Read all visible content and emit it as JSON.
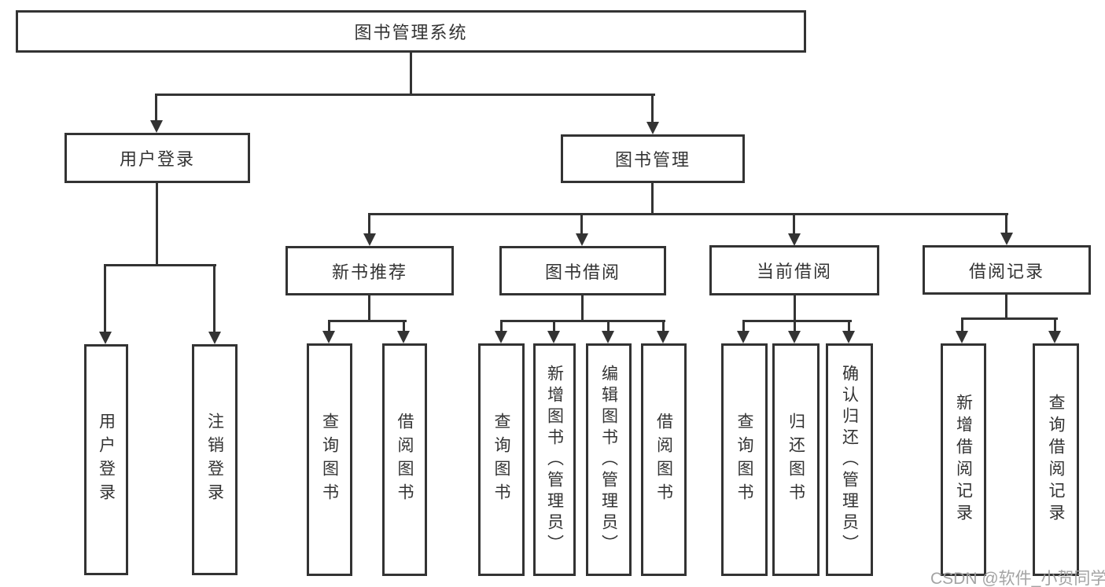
{
  "diagram_title": "图书管理系统",
  "watermark": "CSDN @软件_小贺同学",
  "colors": {
    "line": "#333333",
    "text": "#333333",
    "watermark": "#9e9e9e",
    "background": "#ffffff"
  },
  "nodes": {
    "root": "图书管理系统",
    "user_login": "用户登录",
    "book_mgmt": "图书管理",
    "new_book_rec": "新书推荐",
    "book_borrow": "图书借阅",
    "current_borrow": "当前借阅",
    "borrow_records": "借阅记录",
    "leaf_user_login": "用户登录",
    "leaf_logout": "注销登录",
    "leaf_query_book_1": "查询图书",
    "leaf_borrow_book_1": "借阅图书",
    "leaf_query_book_2": "查询图书",
    "leaf_add_book": "新增图书（管理员）",
    "leaf_edit_book": "编辑图书（管理员）",
    "leaf_borrow_book_2": "借阅图书",
    "leaf_query_book_3": "查询图书",
    "leaf_return_book": "归还图书",
    "leaf_confirm_return": "确认归还（管理员）",
    "leaf_add_record": "新增借阅记录",
    "leaf_query_record": "查询借阅记录"
  },
  "hierarchy": {
    "root": "图书管理系统",
    "children": [
      {
        "label": "用户登录",
        "children": [
          "用户登录",
          "注销登录"
        ]
      },
      {
        "label": "图书管理",
        "children": [
          {
            "label": "新书推荐",
            "children": [
              "查询图书",
              "借阅图书"
            ]
          },
          {
            "label": "图书借阅",
            "children": [
              "查询图书",
              "新增图书（管理员）",
              "编辑图书（管理员）",
              "借阅图书"
            ]
          },
          {
            "label": "当前借阅",
            "children": [
              "查询图书",
              "归还图书",
              "确认归还（管理员）"
            ]
          },
          {
            "label": "借阅记录",
            "children": [
              "新增借阅记录",
              "查询借阅记录"
            ]
          }
        ]
      }
    ]
  }
}
